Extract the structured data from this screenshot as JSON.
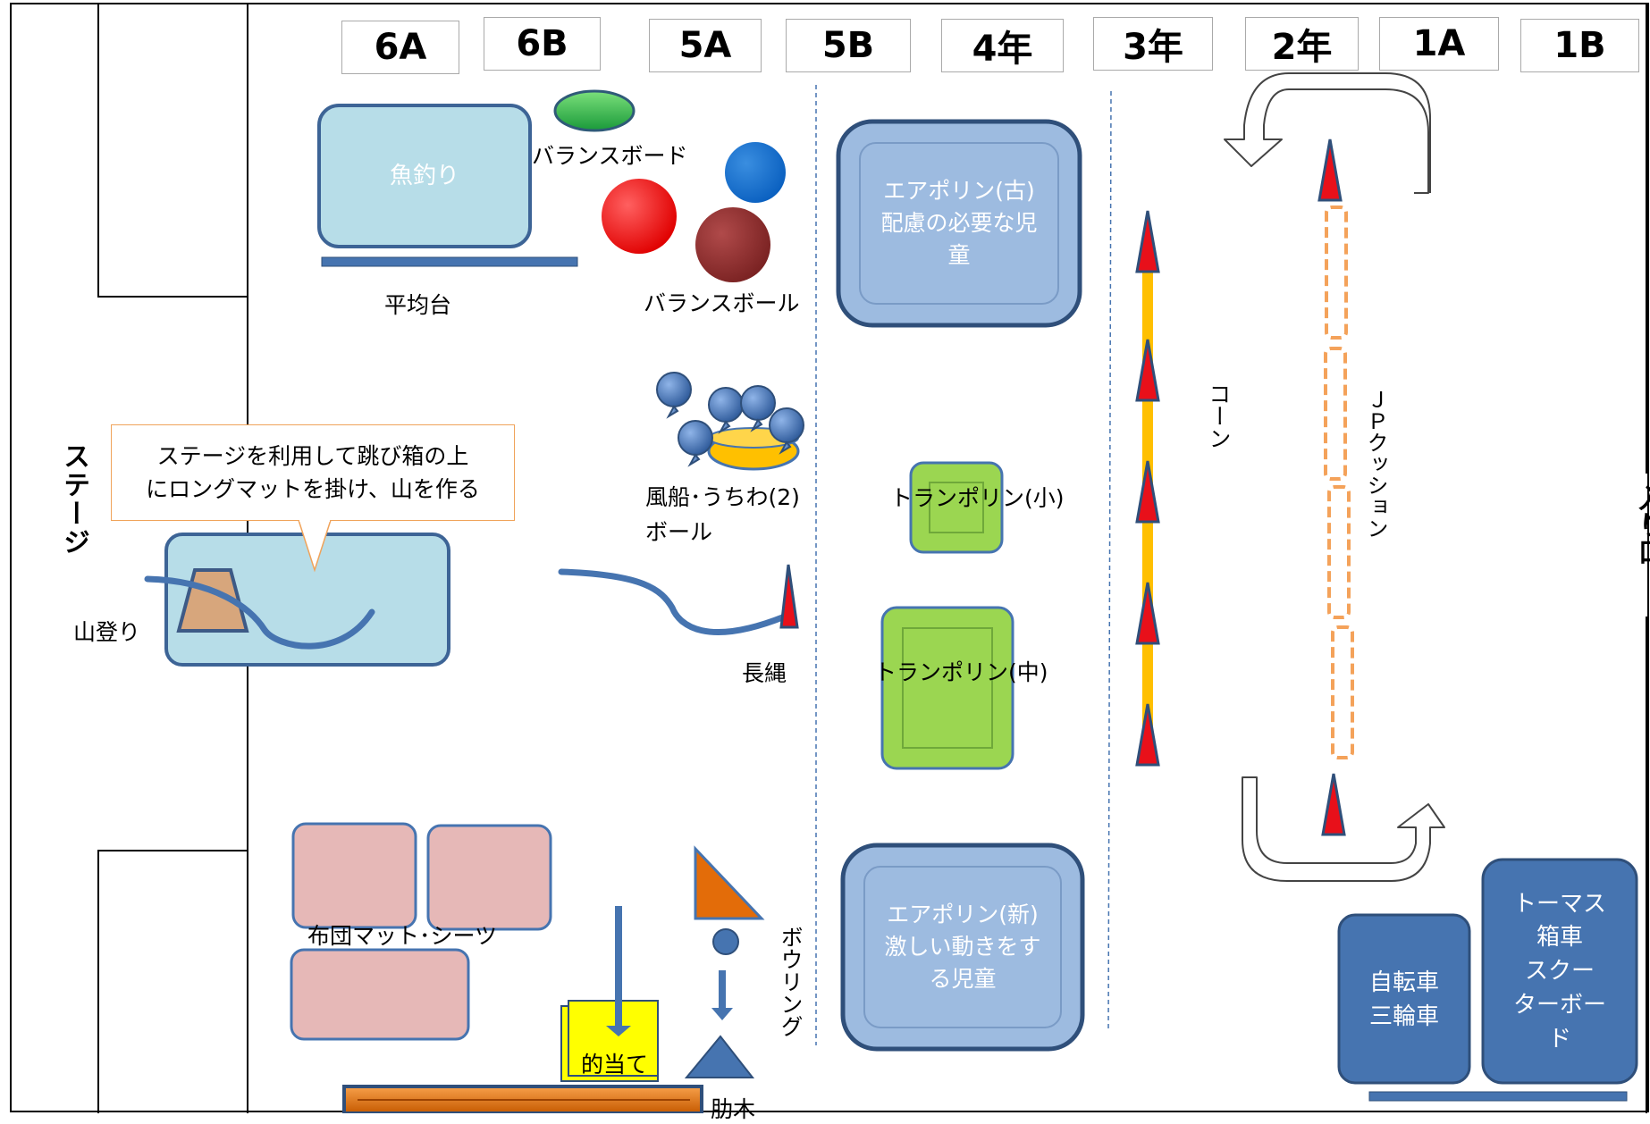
{
  "classes": [
    "6A",
    "6B",
    "5A",
    "5B",
    "4年",
    "3年",
    "2年",
    "1A",
    "1B"
  ],
  "stage_label": "ステージ",
  "entrance_label": "入り口",
  "equipment": {
    "fishing": "魚釣り",
    "balance_beam": "平均台",
    "balance_board": "バランスボード",
    "balance_ball": "バランスボール",
    "airpolin_old": "エアポリン(古)\n配慮の必要な児\n童",
    "airpolin_new": "エアポリン(新)\n激しい動きをす\nる児童",
    "balloons": "風船･うちわ(2)\nボール",
    "trampoline_small": "トランポリン(小)",
    "trampoline_mid": "トランポリン(中)",
    "long_rope": "長縄",
    "cone": "コーン",
    "jp_cushion": "ＪＰクッション",
    "mountain": "山登り",
    "callout": "ステージを利用して跳び箱の上\nにロングマットを掛け、山を作る",
    "futon": "布団マット･シーツ",
    "target": "的当て",
    "bowling": "ボウリング",
    "bars": "肋木",
    "bicycle": "自転車\n三輪車",
    "thomas": "トーマス\n箱車\nスクー\nターボー\nド"
  },
  "colors": {
    "light_blue": "#b7dde8",
    "steel_blue": "#4674b0",
    "airpolin": "#9dbbe0",
    "trampoline": "#9bd651",
    "futon": "#e6b8b7",
    "cone_red": "#e8101a",
    "cone_line": "#ffc000",
    "cushion": "#f4a25a",
    "target": "#ffff00",
    "bars": "#e36c09"
  }
}
